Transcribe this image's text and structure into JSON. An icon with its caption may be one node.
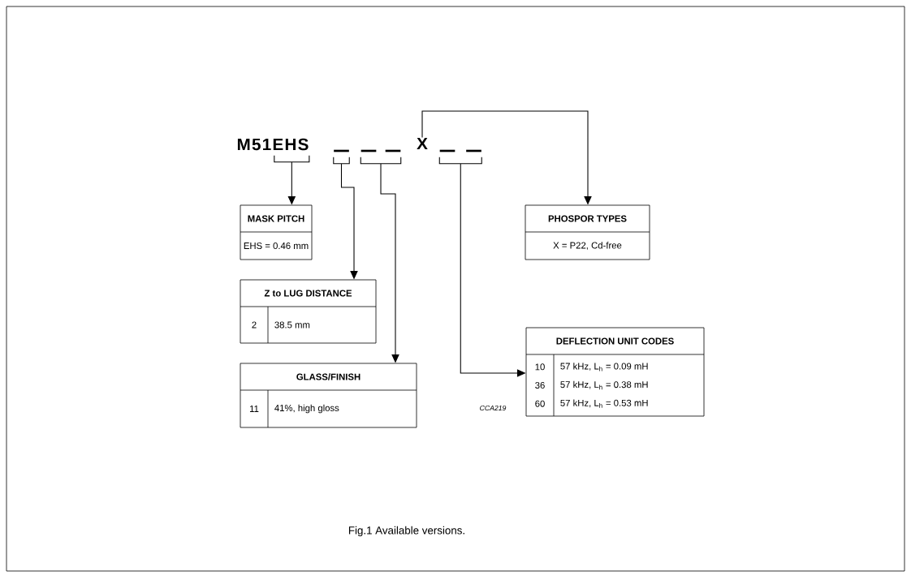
{
  "diagram": {
    "caption": "Fig.1 Available versions.",
    "nodes": [
      {
        "text": [
          "M51EHS"
        ]
      },
      {
        "text": [],
        "shape": "bar"
      },
      {
        "text": [],
        "shape": "bar"
      },
      {
        "text": [],
        "shape": "bar"
      },
      {
        "text": [
          "X"
        ]
      },
      {
        "text": [],
        "shape": "bar"
      },
      {
        "text": [],
        "shape": "bar"
      },
      {
        "text": [
          "MASK PITCH",
          "EHS = 0.46 mm"
        ]
      },
      {
        "text": [
          "Z to LUG DISTANCE",
          "2",
          "38.5 mm"
        ]
      },
      {
        "text": [
          "GLASS/FINISH",
          "11",
          "41%, high gloss"
        ]
      },
      {
        "text": [
          "PHOSPOR TYPES",
          "X = P22, Cd-free"
        ]
      },
      {
        "text": [
          "DEFLECTION UNIT CODES",
          "10",
          "57 kHz, L$_{h}$ = 0.09 mH",
          "36",
          "57 kHz, L$_{h}$ = 0.38 mH",
          "60",
          "57 kHz, L$_{h}$ = 0.53 mH"
        ]
      }
    ],
    "edges": [
      {
        "from": 0,
        "to": 7,
        "arrow": "to"
      },
      {
        "from": 1,
        "to": 8,
        "arrow": "to"
      },
      {
        "from": 2,
        "to": 9,
        "arrow": "to"
      },
      {
        "from": 3,
        "to": 9,
        "arrow": "to"
      },
      {
        "from": 4,
        "to": 10,
        "arrow": "to"
      },
      {
        "from": 5,
        "to": 11,
        "arrow": "to"
      },
      {
        "from": 6,
        "to": 11,
        "arrow": "to"
      }
    ],
    "labels": [
      "CCA219"
    ]
  }
}
